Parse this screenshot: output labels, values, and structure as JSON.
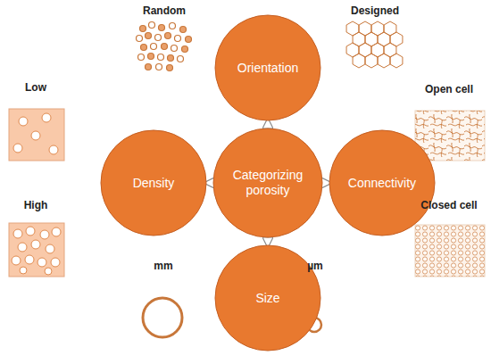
{
  "diagram": {
    "nodes": [
      {
        "text": [
          "Orientation"
        ]
      },
      {
        "text": [
          "Density"
        ]
      },
      {
        "text": [
          "Categorizing porosity"
        ]
      },
      {
        "text": [
          "Connectivity"
        ]
      },
      {
        "text": [
          "Size"
        ]
      }
    ],
    "edges": [
      {
        "from": 2,
        "to": 0,
        "arrow": "to"
      },
      {
        "from": 2,
        "to": 1,
        "arrow": "to"
      },
      {
        "from": 2,
        "to": 3,
        "arrow": "to"
      },
      {
        "from": 2,
        "to": 4,
        "arrow": "to"
      }
    ],
    "labels": [
      "Random",
      "Designed",
      "Low",
      "High",
      "Open cell",
      "Closed cell",
      "mm",
      "µm"
    ]
  }
}
